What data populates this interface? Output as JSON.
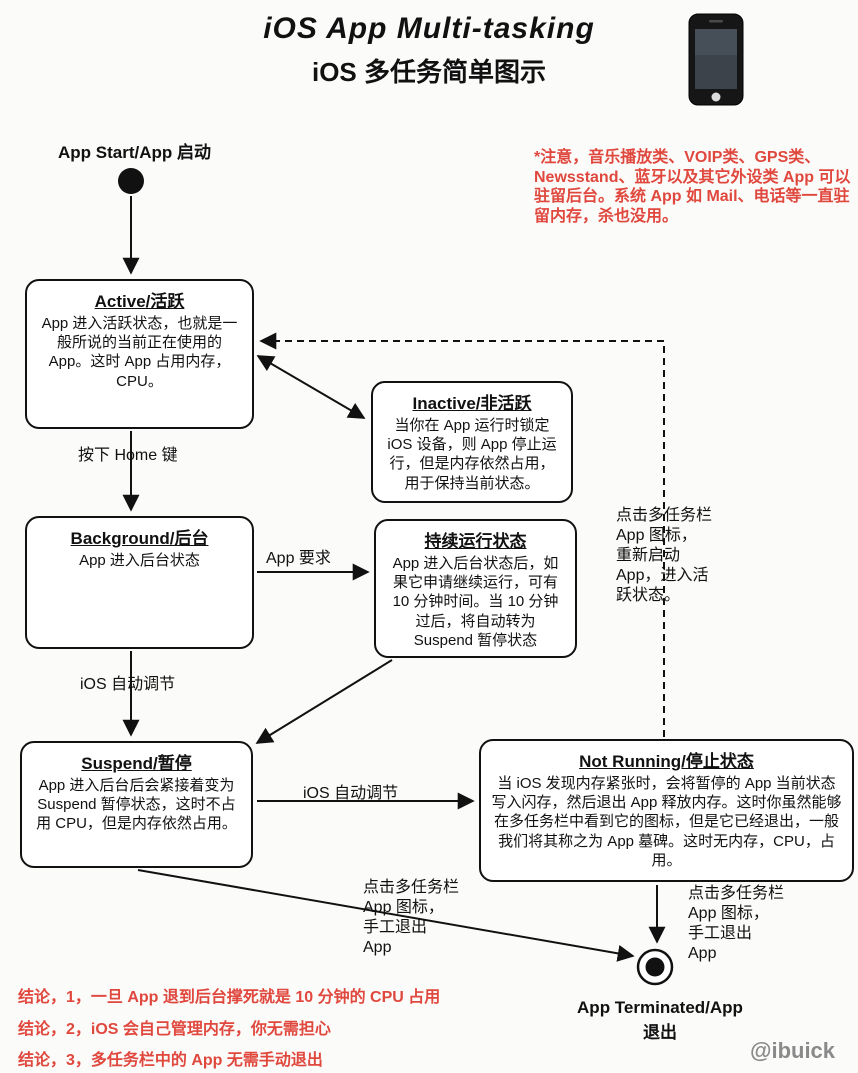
{
  "title": {
    "line1": "iOS App Multi-tasking",
    "line2": "iOS 多任务简单图示"
  },
  "note": "*注意，音乐播放类、VOIP类、GPS类、Newsstand、蓝牙以及其它外设类 App 可以驻留后台。系统 App 如 Mail、电话等一直驻留内存，杀也没用。",
  "nodes": {
    "start": {
      "label": "App Start/App 启动"
    },
    "active": {
      "title": "Active/活跃",
      "body": "App 进入活跃状态，也就是一般所说的当前正在使用的 App。这时 App 占用内存，CPU。"
    },
    "inactive": {
      "title": "Inactive/非活跃",
      "body": "当你在 App 运行时锁定 iOS 设备，则 App 停止运行，但是内存依然占用，用于保持当前状态。"
    },
    "background": {
      "title": "Background/后台",
      "body": "App 进入后台状态"
    },
    "continuous": {
      "title": "持续运行状态",
      "body": "App 进入后台状态后，如果它申请继续运行，可有 10 分钟时间。当 10 分钟过后，将自动转为 Suspend 暂停状态"
    },
    "suspend": {
      "title": "Suspend/暂停",
      "body": "App 进入后台后会紧接着变为 Suspend 暂停状态，这时不占用 CPU，但是内存依然占用。"
    },
    "not_running": {
      "title": "Not Running/停止状态",
      "body": "当 iOS 发现内存紧张时，会将暂停的 App 当前状态写入闪存，然后退出 App 释放内存。这时你虽然能够在多任务栏中看到它的图标，但是它已经退出，一般我们将其称之为 App 墓碑。这时无内存，CPU，占用。"
    },
    "terminated": {
      "label": "App Terminated/App 退出"
    }
  },
  "edges": {
    "press_home": "按下 Home 键",
    "app_request": "App 要求",
    "ios_auto_1": "iOS 自动调节",
    "ios_auto_2": "iOS 自动调节",
    "relaunch": "点击多任务栏\nApp 图标，\n重新启动\nApp，进入活\n跃状态。",
    "manual_quit_1": "点击多任务栏\nApp 图标，\n手工退出\nApp",
    "manual_quit_2": "点击多任务栏\nApp 图标，\n手工退出\nApp"
  },
  "conclusions": [
    "结论，1，一旦 App 退到后台撑死就是 10 分钟的 CPU 占用",
    "结论，2，iOS 会自己管理内存，你无需担心",
    "结论，3，多任务栏中的 App 无需手动退出"
  ],
  "watermark": "@ibuick",
  "colors": {
    "note_red": "#e0483e",
    "ink": "#111111",
    "background": "#fbfbfa"
  }
}
